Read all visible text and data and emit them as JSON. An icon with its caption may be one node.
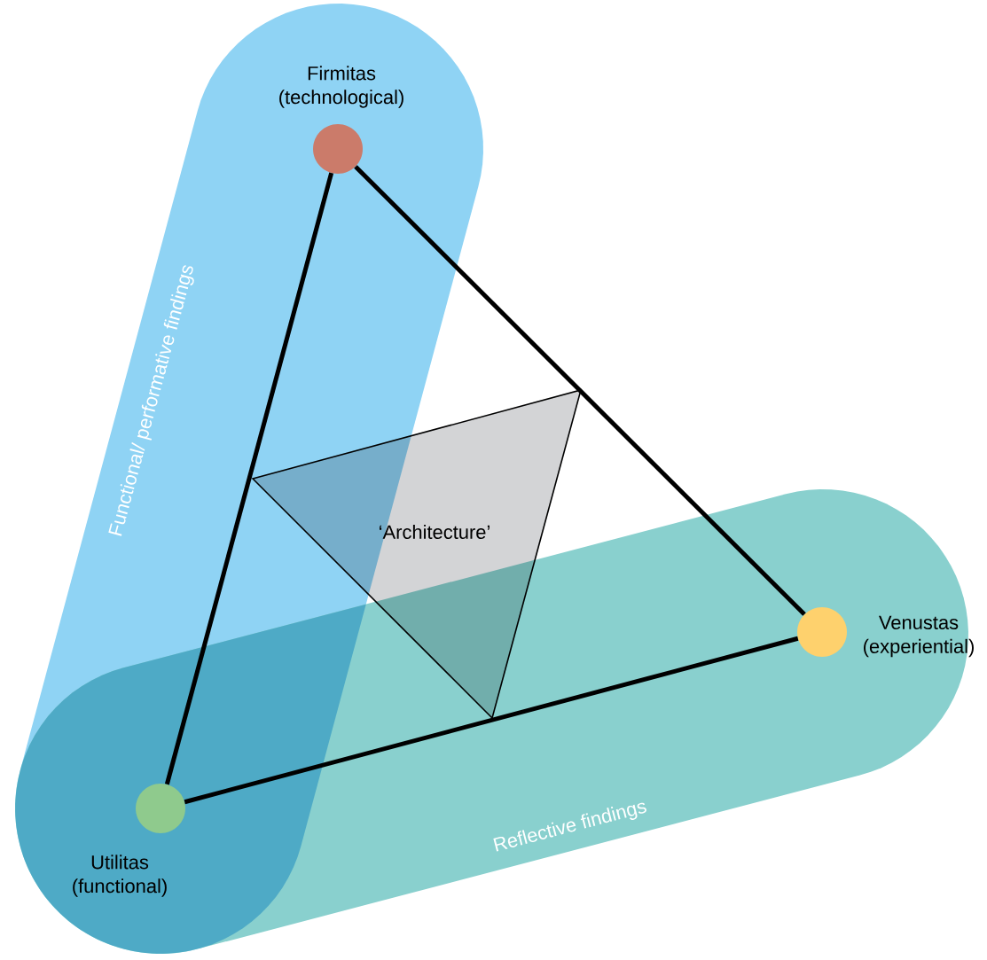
{
  "diagram": {
    "nodes": [
      {
        "text": [
          "Functional/ performative findings"
        ]
      },
      {
        "text": [],
        "shape": "circle",
        "beside": [
          "Firmitas (technological)"
        ],
        "in": 0
      },
      {
        "text": [
          "‘Architecture’"
        ]
      },
      {
        "text": [
          "Reflective findings"
        ]
      },
      {
        "text": [],
        "shape": "circle",
        "beside": [
          "Venustas (experiential)"
        ],
        "in": 3
      },
      {
        "text": [],
        "shape": "circle",
        "beside": [
          "Utilitas (functional)"
        ]
      }
    ],
    "edges": [
      {
        "from": 1,
        "to": 5,
        "arrow": "none"
      },
      {
        "from": 1,
        "to": 4,
        "arrow": "none"
      },
      {
        "from": 5,
        "to": 4,
        "arrow": "none"
      }
    ]
  }
}
